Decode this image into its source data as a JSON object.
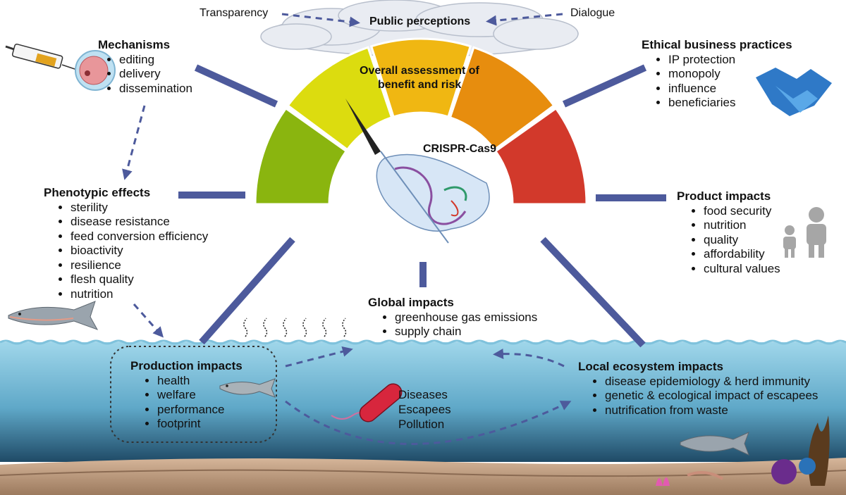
{
  "header": {
    "transparency": "Transparency",
    "dialogue": "Dialogue",
    "public_perceptions": "Public perceptions"
  },
  "gauge": {
    "title_line1": "Overall assessment of",
    "title_line2": "benefit and risk",
    "segment_colors": [
      "#8ab50f",
      "#dcdc0f",
      "#f0b712",
      "#e78d0e",
      "#d2392b"
    ],
    "center_label": "CRISPR-Cas9"
  },
  "mechanisms": {
    "title": "Mechanisms",
    "items": [
      "editing",
      "delivery",
      "dissemination"
    ]
  },
  "ethical": {
    "title": "Ethical business practices",
    "items": [
      "IP protection",
      "monopoly",
      "influence",
      "beneficiaries"
    ]
  },
  "phenotypic": {
    "title": "Phenotypic effects",
    "items": [
      "sterility",
      "disease resistance",
      "feed conversion efficiency",
      "bioactivity",
      "resilience",
      "flesh quality",
      "nutrition"
    ]
  },
  "product": {
    "title": "Product impacts",
    "items": [
      "food security",
      "nutrition",
      "quality",
      "affordability",
      "cultural values"
    ]
  },
  "global": {
    "title": "Global impacts",
    "items": [
      "greenhouse gas emissions",
      "supply chain"
    ]
  },
  "production": {
    "title": "Production impacts",
    "items": [
      "health",
      "welfare",
      "performance",
      "footprint"
    ]
  },
  "local": {
    "title": "Local ecosystem impacts",
    "items": [
      "disease epidemiology & herd immunity",
      "genetic & ecological impact of escapees",
      "nutrification from waste"
    ]
  },
  "risks": [
    "Diseases",
    "Escapees",
    "Pollution"
  ],
  "colors": {
    "connector": "#4d5a9c",
    "water_top": "#8fcfe6",
    "water_bottom": "#1f4a66",
    "seabed": "#c8a78b"
  }
}
